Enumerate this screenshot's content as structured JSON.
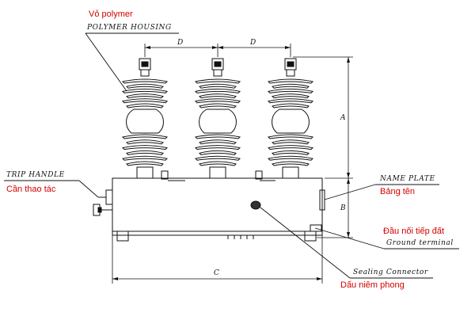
{
  "labels": {
    "polymer_vn": "Vỏ polymer",
    "polymer_en": "POLYMER HOUSING",
    "trip_en": "TRIP HANDLE",
    "trip_vn": "Cần thao tác",
    "nameplate_en": "NAME PLATE",
    "nameplate_vn": "Bảng tên",
    "ground_vn": "Đầu nối tiếp đất",
    "ground_en": "Ground terminal",
    "sealing_en": "Sealing Connector",
    "sealing_vn": "Dấu niêm phong"
  },
  "dimensions": {
    "d1": "D",
    "d2": "D",
    "a": "A",
    "b": "B",
    "c": "C"
  },
  "colors": {
    "line": "#111111",
    "label_vn": "#d40000"
  }
}
